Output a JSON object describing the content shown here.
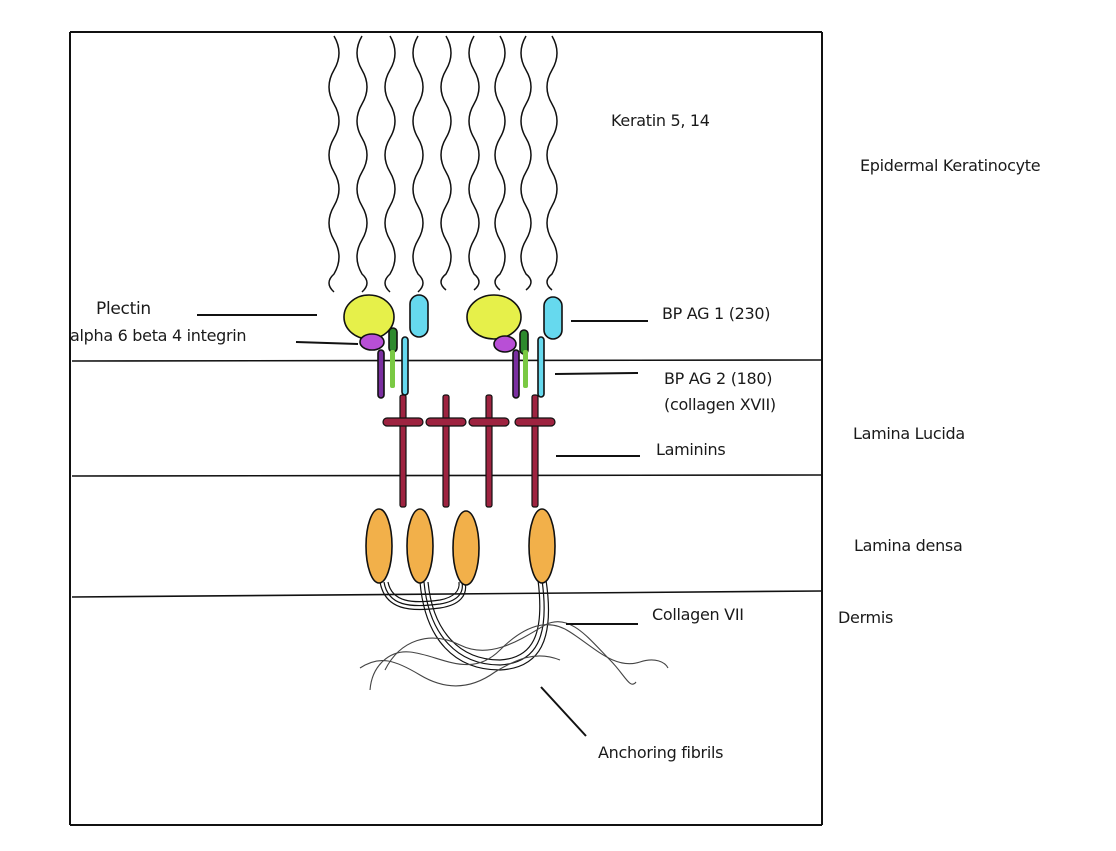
{
  "labels": {
    "keratin": "Keratin 5, 14",
    "epidermal_keratinocyte": "Epidermal Keratinocyte",
    "plectin": "Plectin",
    "integrin": "alpha 6 beta 4 integrin",
    "bp_ag1": "BP AG 1 (230)",
    "bp_ag2_line1": "BP AG 2 (180)",
    "bp_ag2_line2": "(collagen XVII)",
    "laminins": "Laminins",
    "lamina_lucida": "Lamina Lucida",
    "lamina_densa": "Lamina densa",
    "collagen_vii": "Collagen VII",
    "dermis": "Dermis",
    "anchoring_fibrils": "Anchoring fibrils"
  },
  "colors": {
    "plectin": "#e6f04a",
    "bp_ag1": "#66d9ee",
    "integrin_alpha": "#7a2fa0",
    "integrin_beta": "#7ac943",
    "integrin_head": "#b84fd6",
    "laminin": "#9e2340",
    "collagen_vii": "#f2b04a",
    "outline": "#111111"
  }
}
